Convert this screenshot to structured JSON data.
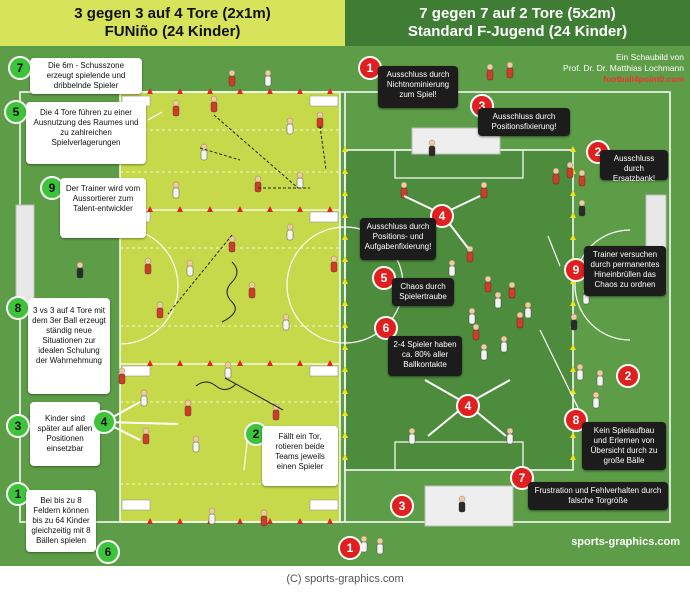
{
  "header": {
    "left_line1": "3 gegen 3 auf 4 Tore (2x1m)",
    "left_line2": "FUNiño (24 Kinder)",
    "right_line1": "7 gegen 7 auf 2 Tore (5x2m)",
    "right_line2": "Standard F-Jugend (24 Kinder)"
  },
  "author": {
    "line1": "Ein Schaubild von",
    "line2": "Prof. Dr. Dr. Matthias Lochmann",
    "website": "football4point0.com"
  },
  "brand": "sports-graphics.com",
  "credit": "(C) sports-graphics.com",
  "colors": {
    "header_left": "#d7e35a",
    "header_right": "#3f7d34",
    "field_left": "#c5d94a",
    "field_right": "#4c8c3c",
    "badge_green": "#3ec43a",
    "badge_red": "#e02020"
  },
  "left_notes": [
    {
      "num": "7",
      "text": "Die 6m - Schusszone erzeugt spielende und dribbelnde Spieler"
    },
    {
      "num": "5",
      "text": "Die 4 Tore führen zu einer Ausnutzung des Raumes und zu zahlreichen Spielverlagerungen"
    },
    {
      "num": "9",
      "text": "Der Trainer wird vom Aussortierer zum Talent-entwickler"
    },
    {
      "num": "8",
      "text": "3 vs 3 auf 4 Tore mit dem 3er Ball erzeugt ständig neue Situationen zur idealen Schulung der Wahrnehmung"
    },
    {
      "num": "3",
      "text": "Kinder sind später auf allen Positionen einsetzbar"
    },
    {
      "num": "4"
    },
    {
      "num": "2",
      "text": "Fällt ein Tor, rotieren beide Teams jeweils einen Spieler"
    },
    {
      "num": "1",
      "text": "Bei bis zu 8 Feldern können bis zu 64 Kinder gleichzeitig mit 8 Bällen spielen"
    },
    {
      "num": "6"
    }
  ],
  "right_notes": [
    {
      "num": "1",
      "text": "Ausschluss durch Nichtnominierung zum Spiel!"
    },
    {
      "num": "3",
      "text": "Ausschluss durch Positionsfixierung!"
    },
    {
      "num": "2",
      "text": "Ausschluss durch Ersatzbank!"
    },
    {
      "num": "4",
      "text": "Ausschluss durch Positions- und Aufgabenfixierung!"
    },
    {
      "num": "9",
      "text": "Trainer versuchen durch permanentes Hineinbrüllen das Chaos zu ordnen"
    },
    {
      "num": "5",
      "text": "Chaos durch Spielertraube"
    },
    {
      "num": "6",
      "text": "2-4 Spieler haben ca. 80% aller Ballkontakte"
    },
    {
      "num": "2"
    },
    {
      "num": "4"
    },
    {
      "num": "8",
      "text": "Kein Spielaufbau und Erlernen von Übersicht durch zu große Bälle"
    },
    {
      "num": "7",
      "text": "Frustration und Fehlverhalten durch falsche Torgröße"
    },
    {
      "num": "3"
    },
    {
      "num": "1"
    }
  ]
}
